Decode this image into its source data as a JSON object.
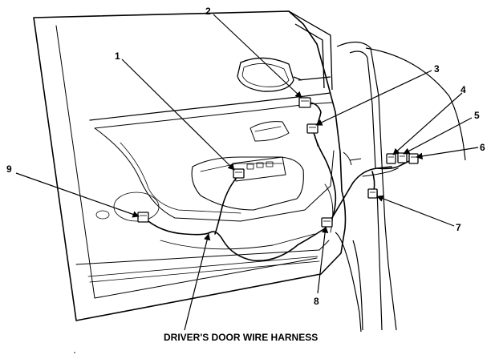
{
  "diagram": {
    "callouts": [
      {
        "id": 1,
        "label": "1"
      },
      {
        "id": 2,
        "label": "2"
      },
      {
        "id": 3,
        "label": "3"
      },
      {
        "id": 4,
        "label": "4"
      },
      {
        "id": 5,
        "label": "5"
      },
      {
        "id": 6,
        "label": "6"
      },
      {
        "id": 7,
        "label": "7"
      },
      {
        "id": 8,
        "label": "8"
      },
      {
        "id": 9,
        "label": "9"
      }
    ],
    "harness_label": "DRIVER'S DOOR WIRE HARNESS"
  }
}
